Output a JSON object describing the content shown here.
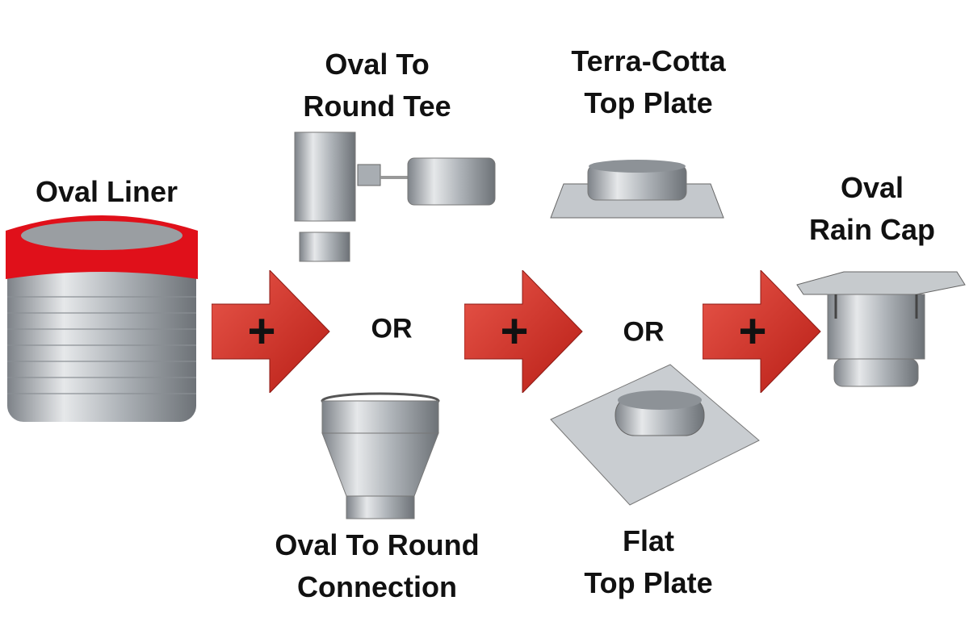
{
  "components": {
    "oval_liner": {
      "lines": [
        "Oval Liner"
      ]
    },
    "oval_to_round_tee": {
      "lines": [
        "Oval To",
        "Round Tee"
      ]
    },
    "oval_to_round_connection": {
      "lines": [
        "Oval To Round",
        "Connection"
      ]
    },
    "terra_cotta_top_plate": {
      "lines": [
        "Terra-Cotta",
        "Top Plate"
      ]
    },
    "flat_top_plate": {
      "lines": [
        "Flat",
        "Top Plate"
      ]
    },
    "oval_rain_cap": {
      "lines": [
        "Oval",
        "Rain Cap"
      ]
    }
  },
  "connectors": {
    "or_1": "OR",
    "or_2": "OR",
    "plus_symbol": "+"
  },
  "colors": {
    "arrow": "#d9332a",
    "liner_band": "#e0101a",
    "metal": "#b8bcc0"
  }
}
